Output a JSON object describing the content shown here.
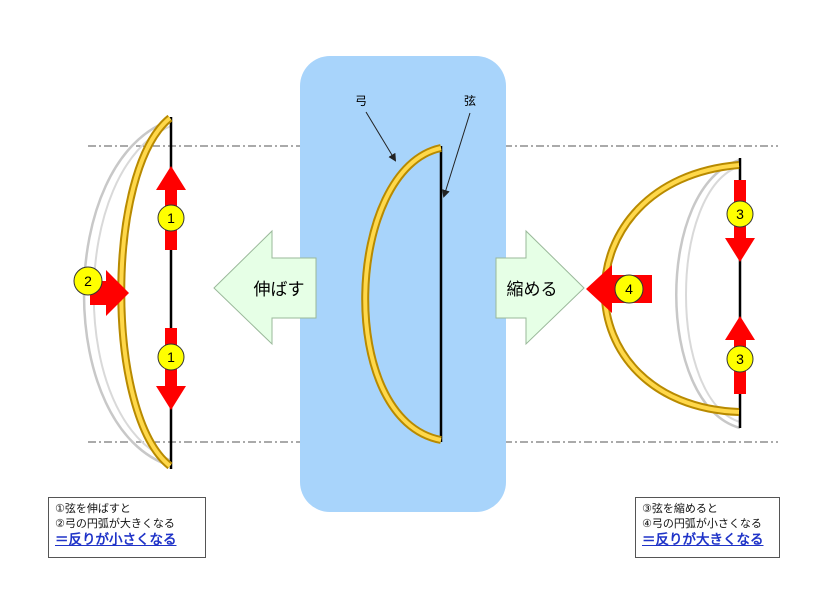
{
  "labels": {
    "bow": "弓",
    "string": "弦",
    "stretch": "伸ばす",
    "shrink": "縮める"
  },
  "markers": {
    "m1": "1",
    "m2": "2",
    "m3": "3",
    "m4": "4"
  },
  "notes": {
    "left": {
      "line1": "①弦を伸ばすと",
      "line2": "②弓の円弧が大きくなる",
      "result": "＝反りが小さくなる"
    },
    "right": {
      "line1": "③弦を縮めると",
      "line2": "④弓の円弧が小さくなる",
      "result": "＝反りが大きくなる"
    }
  },
  "colors": {
    "panel": "#a8d4fb",
    "bow": "#d9a800",
    "bow_light": "#ffe36a",
    "ghost": "#c8c8c8",
    "arrow_red": "#ff0000",
    "arrow_green": "#e6ffe6",
    "marker_fill": "#ffff00",
    "result_text": "#1f33c8"
  }
}
